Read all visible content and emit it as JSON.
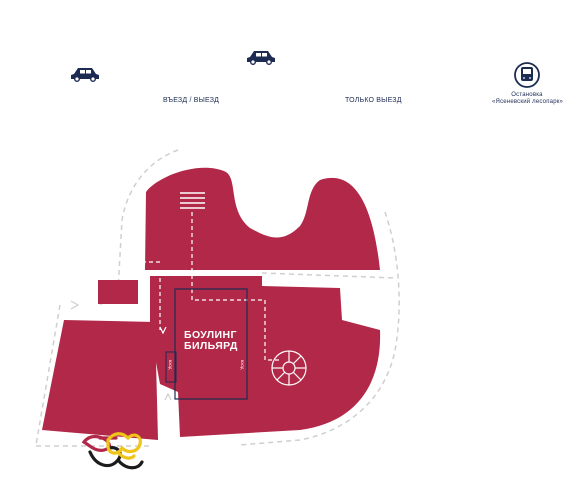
{
  "labels": {
    "entry_exit": "ВЪЕЗД / ВЫЕЗД",
    "exit_only": "ТОЛЬКО ВЫЕЗД",
    "bus_stop_line1": "Остановка",
    "bus_stop_line2": "«Ясеневский лесопарк»"
  },
  "venue": {
    "line1": "БОУЛИНГ",
    "line2": "БИЛЬЯРД",
    "entrance_label": "ВХОД",
    "side_label": "ВХОД"
  },
  "icons": {
    "car_left": "car-icon",
    "car_top": "car-icon",
    "bus_stop": "bus-icon",
    "staircase": "spiral-stairs-icon",
    "playground": "playground-icon"
  },
  "colors": {
    "building": "#b22848",
    "navy": "#1c2b52",
    "path": "#cfcfcf"
  }
}
